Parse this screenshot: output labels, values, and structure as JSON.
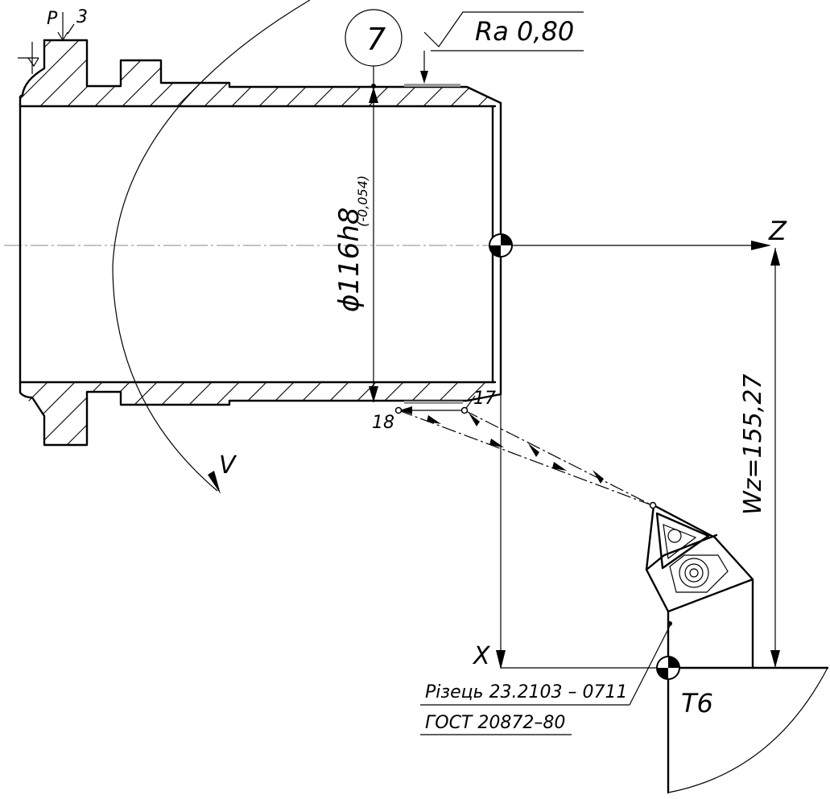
{
  "operation_number": "7",
  "surface_finish": "Ra 0,80",
  "datum_label": "Р",
  "datum_value": "3",
  "diameter_nominal": "ϕ116h8",
  "diameter_tolerance": "(-0,054)",
  "axis_z_label": "Z",
  "axis_x_label": "X",
  "cutting_speed_label": "V",
  "offset_dimension": "Wz=155,27",
  "point_17": "17",
  "point_18": "18",
  "tool_name": "Різець 23.2103 – 0711",
  "tool_standard": "ГОСТ 20872–80",
  "tool_position": "Т6",
  "colors": {
    "ink": "#000000",
    "finish_highlight": "#9a9a9a",
    "axis": "#888888"
  }
}
